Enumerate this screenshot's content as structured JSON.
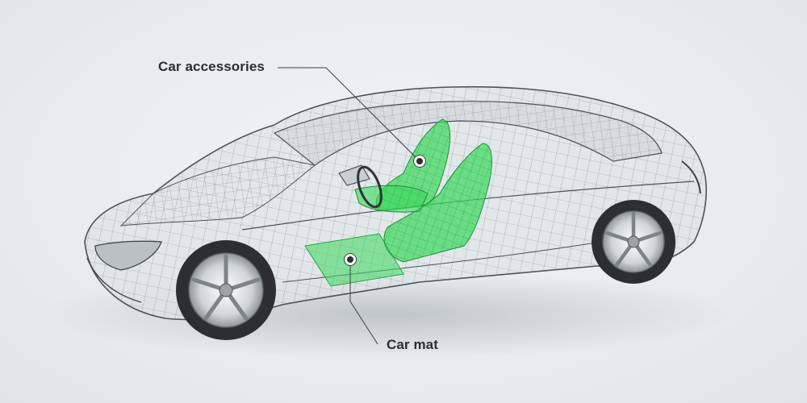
{
  "callouts": [
    {
      "label": "Car accessories",
      "target": "seats"
    },
    {
      "label": "Car mat",
      "target": "floor"
    }
  ],
  "colors": {
    "highlight": "#39d95a",
    "wireframe": "#6b7278",
    "background": "#e9edf1",
    "label_text": "#2b2e31"
  }
}
